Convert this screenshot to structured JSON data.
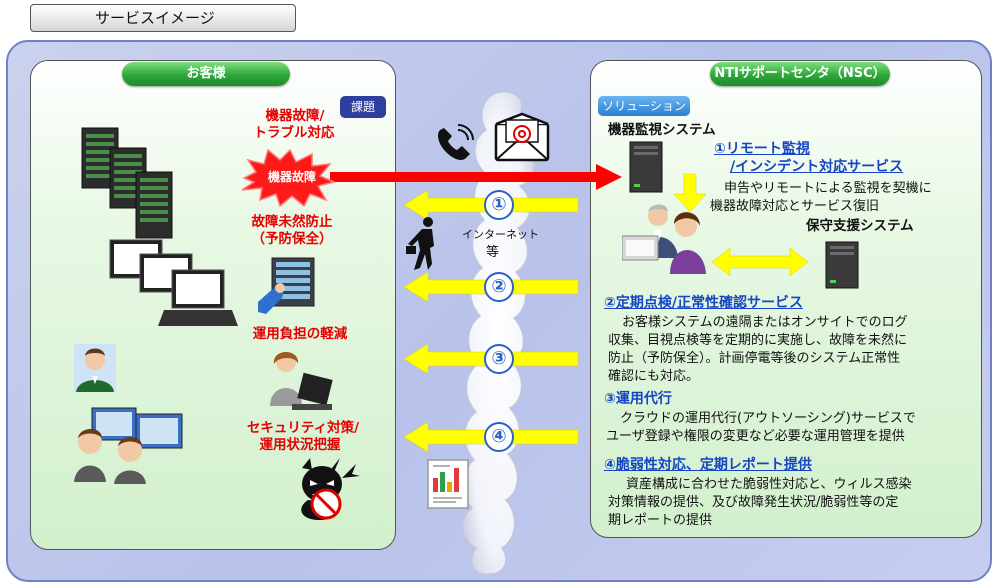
{
  "title": "サービスイメージ",
  "left_panel": {
    "header": "お客様",
    "badge": "課題",
    "issue1_line1": "機器故障/",
    "issue1_line2": "トラブル対応",
    "burst_label": "機器故障",
    "issue2_line1": "故障未然防止",
    "issue2_line2": "（予防保全）",
    "issue3": "運用負担の軽減",
    "issue4_line1": "セキュリティ対策/",
    "issue4_line2": "運用状況把握"
  },
  "middle": {
    "cloud_line1": "インターネット",
    "cloud_line2": "等",
    "numbers": [
      "①",
      "②",
      "③",
      "④"
    ]
  },
  "right_panel": {
    "header": "NTIサポートセンタ（NSC）",
    "badge": "ソリューション",
    "system1": "機器監視システム",
    "system2": "保守支援システム",
    "s1_title_line1": "①リモート監視",
    "s1_title_line2": "/インシデント対応サービス",
    "s1_desc_line1": "申告やリモートによる監視を契機に",
    "s1_desc_line2": "機器故障対応とサービス復旧",
    "s2_title": "②定期点検/正常性確認サービス",
    "s2_desc_line1": "お客様システムの遠隔またはオンサイトでのログ",
    "s2_desc_line2": "収集、目視点検等を定期的に実施し、故障を未然に",
    "s2_desc_line3": "防止（予防保全）。計画停電等後のシステム正常性",
    "s2_desc_line4": "確認にも対応。",
    "s3_title": "③運用代行",
    "s3_desc_line1": "クラウドの運用代行(アウトソーシング)サービスで",
    "s3_desc_line2": "ユーザ登録や権限の変更など必要な運用管理を提供",
    "s4_title": "④脆弱性対応、定期レポート提供",
    "s4_desc_line1": "資産構成に合わせた脆弱性対応と、ウィルス感染",
    "s4_desc_line2": "対策情報の提供、及び故障発生状況/脆弱性等の定",
    "s4_desc_line3": "期レポートの提供"
  },
  "colors": {
    "red_arrow": "#ff0000",
    "yellow_arrow": "#ffff00",
    "header_green": "#2ea63a",
    "badge_navy": "#2f3f9e",
    "heading_blue": "#1545c4",
    "issue_red": "#e60000"
  },
  "icons": [
    "server-rack-icon",
    "laptop-icon",
    "operator-touch-icon",
    "user-avatar-icon",
    "office-workers-icon",
    "help-desk-operator-icon",
    "malware-devil-icon",
    "phone-icon",
    "email-icon",
    "walking-person-icon",
    "report-document-icon",
    "monitoring-server-icon",
    "support-staff-icon",
    "support-server-icon"
  ]
}
